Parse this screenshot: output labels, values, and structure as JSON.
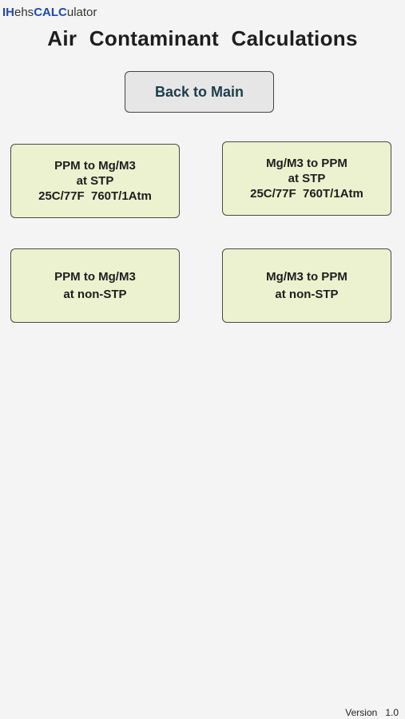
{
  "logo": {
    "ih": "IH",
    "ehs": "ehs",
    "calc": "CALC",
    "ulator": "ulator"
  },
  "title": "Air Contaminant Calculations",
  "back_button": "Back to Main",
  "buttons": [
    {
      "lines": [
        "PPM to Mg/M3",
        "at STP",
        "25C/77F  760T/1Atm"
      ]
    },
    {
      "lines": [
        "Mg/M3 to PPM",
        "at STP",
        "25C/77F  760T/1Atm"
      ]
    },
    {
      "lines": [
        "PPM to Mg/M3",
        "at non-STP"
      ]
    },
    {
      "lines": [
        "Mg/M3 to PPM",
        "at non-STP"
      ]
    }
  ],
  "version": {
    "label": "Version",
    "number": "1.0"
  },
  "colors": {
    "logo_accent": "#1f49b8",
    "calc_button_bg": "#ecf1cf",
    "back_button_bg": "#e6e6e6",
    "back_button_text": "#1c3d4a"
  }
}
